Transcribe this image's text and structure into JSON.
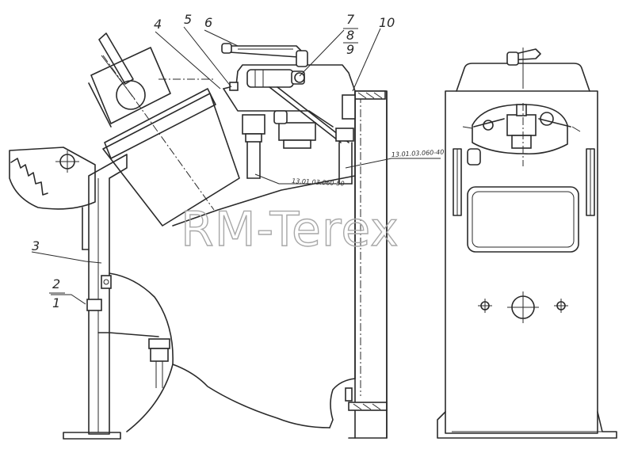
{
  "watermark": "RM-Terex",
  "callouts": [
    "1",
    "2",
    "3",
    "4",
    "5",
    "6",
    "7",
    "8",
    "9",
    "10"
  ],
  "part_codes": [
    "13.01.03.060-40",
    "13.01.03.060-50"
  ],
  "colors": {
    "line": "#2a2a2a",
    "watermark": "#a8a8a8",
    "background": "#ffffff"
  }
}
